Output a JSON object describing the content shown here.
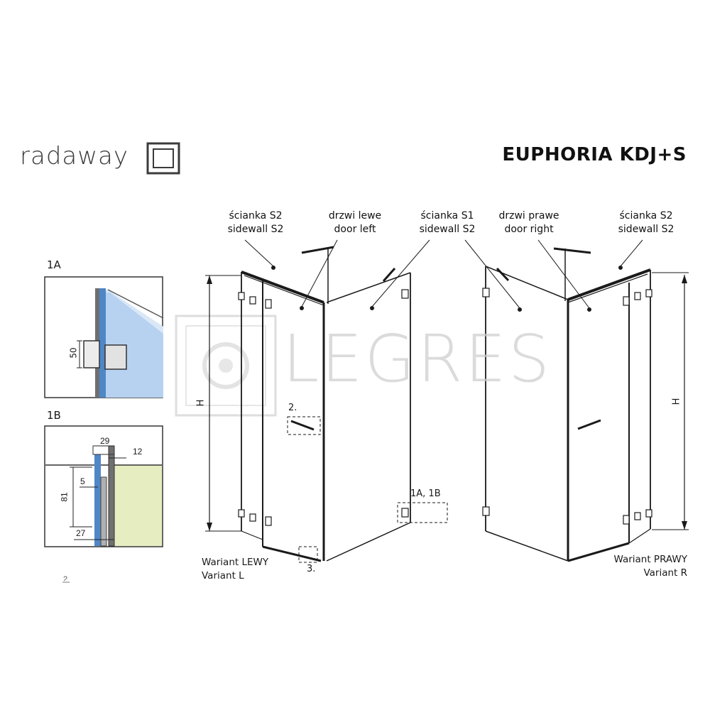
{
  "brand": {
    "name": "radaway"
  },
  "title": "EUPHORIA KDJ+S",
  "watermark": {
    "text": "LEGRES"
  },
  "left_variant": {
    "labels": {
      "sidewall_s2": [
        "ścianka S2",
        "sidewall S2"
      ],
      "door_left": [
        "drzwi lewe",
        "door left"
      ],
      "sidewall_s1": [
        "ścianka S1",
        "sidewall S2"
      ]
    },
    "variant": [
      "Wariant LEWY",
      "Variant L"
    ],
    "height": "H",
    "callouts": {
      "handle": "2.",
      "bottom": "3.",
      "hinge": "1A, 1B"
    }
  },
  "right_variant": {
    "labels": {
      "door_right": [
        "drzwi prawe",
        "door right"
      ],
      "sidewall_s2": [
        "ścianka S2",
        "sidewall S2"
      ]
    },
    "variant": [
      "Wariant PRAWY",
      "Variant R"
    ],
    "height": "H"
  },
  "detail_1a": {
    "label": "1A",
    "dim": "50"
  },
  "detail_1b": {
    "label": "1B",
    "dims": {
      "top1": "29",
      "top2": "12",
      "side1": "5",
      "side2": "81",
      "bottom": "27"
    }
  },
  "next_label": "2",
  "colors": {
    "glass": "#4f86c6",
    "wall": "#e6edc0",
    "line": "#1a1a1a",
    "watermark": "#d0d0d0"
  }
}
